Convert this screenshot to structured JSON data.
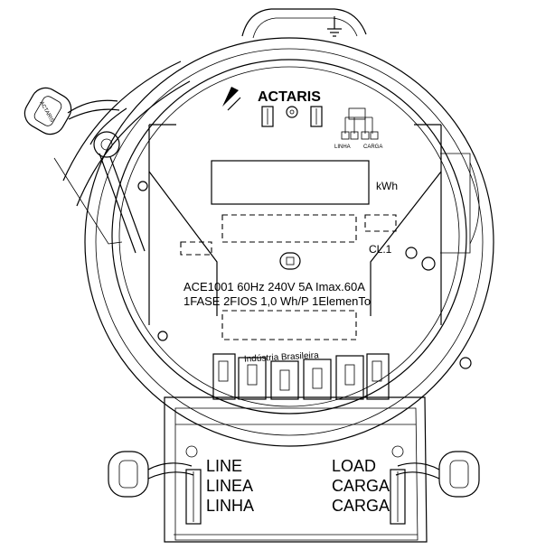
{
  "brand": {
    "name": "ACTARIS"
  },
  "display": {
    "unit": "kWh"
  },
  "class_label": "CL.1",
  "nameplate": {
    "line1": "ACE1001  60Hz  240V  5A  Imax.60A",
    "line2": "1FASE   2FIOS  1,0 Wh/P  1ElemenTo"
  },
  "made_in": "Indústria Brasileira",
  "wiring_diagram": {
    "left_label": "LINHA",
    "right_label": "CARGA"
  },
  "terminal_labels": {
    "line": [
      "LINE",
      "LINEA",
      "LINHA"
    ],
    "load": [
      "LOAD",
      "CARGA",
      "CARGA"
    ]
  },
  "seal_text": "ACTARIS",
  "ground_symbol": "ground-icon"
}
